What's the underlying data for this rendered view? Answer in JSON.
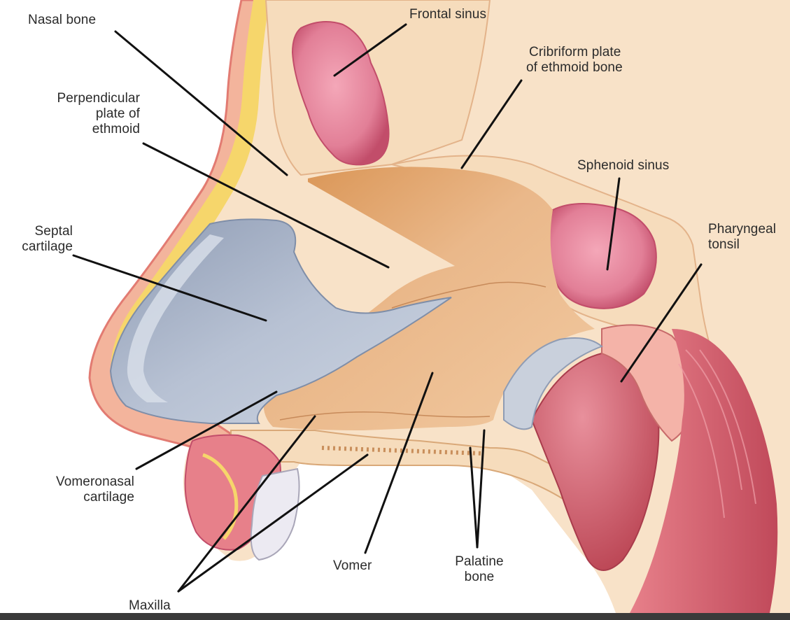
{
  "labels": {
    "nasal_bone": "Nasal bone",
    "frontal_sinus": "Frontal sinus",
    "cribriform_plate_1": "Cribriform plate",
    "cribriform_plate_2": "of ethmoid bone",
    "perpendicular_plate_1": "Perpendicular",
    "perpendicular_plate_2": "plate of",
    "perpendicular_plate_3": "ethmoid",
    "sphenoid_sinus": "Sphenoid sinus",
    "septal_cartilage_1": "Septal",
    "septal_cartilage_2": "cartilage",
    "pharyngeal_tonsil_1": "Pharyngeal",
    "pharyngeal_tonsil_2": "tonsil",
    "vomeronasal_cartilage_1": "Vomeronasal",
    "vomeronasal_cartilage_2": "cartilage",
    "vomer": "Vomer",
    "palatine_bone_1": "Palatine",
    "palatine_bone_2": "bone",
    "maxilla": "Maxilla"
  },
  "colors": {
    "skin": "#f2b49a",
    "skin_edge": "#e07a70",
    "fat": "#f7d76a",
    "bone": "#f6dcbc",
    "bone_dark": "#d98c5a",
    "septum": "#e9b98c",
    "septum_shade": "#d28f58",
    "cartilage": "#b9c3d4",
    "cartilage_dark": "#7f8ea8",
    "sinus": "#e98aa0",
    "sinus_edge": "#c8506c",
    "muscle": "#d9646a",
    "tonsil": "#c94f5e",
    "leader": "#111111"
  }
}
